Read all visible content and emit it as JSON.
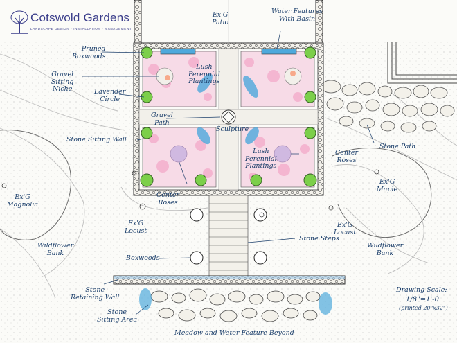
{
  "brand": {
    "name": "Cotswold Gardens",
    "tagline": "LANDSCAPE DESIGN · INSTALLATION · MANAGEMENT",
    "ink_color": "#3a3d8a"
  },
  "labels": {
    "patio": "Ex'G\nPatio",
    "water_features": "Water Features\nWith Basin",
    "pruned_boxwoods": "Pruned\nBoxwoods",
    "gravel_niche": "Gravel\nSitting\nNiche",
    "lush_top": "Lush\nPerennial\nPlantings",
    "lavender": "Lavender\nCircle",
    "gravel_path": "Gravel\nPath",
    "sculpture": "Sculpture",
    "stone_sitting_wall": "Stone Sitting Wall",
    "lush_bottom": "Lush\nPerennial\nPlantings",
    "center_roses_right": "Center\nRoses",
    "stone_path": "Stone Path",
    "maple": "Ex'G\nMaple",
    "magnolia": "Ex'G\nMagnolia",
    "center_roses_left": "Center\nRoses",
    "locust_left": "Ex'G\nLocust",
    "locust_right": "Ex'G\nLocust",
    "stone_steps": "Stone Steps",
    "wildflower_left": "Wildflower\nBank",
    "wildflower_right": "Wildflower\nBank",
    "boxwoods": "Boxwoods",
    "retaining_wall": "Stone\nRetaining Wall",
    "sitting_area": "Stone\nSitting Area",
    "meadow": "Meadow and Water Feature Beyond",
    "drawing_scale": "Drawing Scale:",
    "scale_value": "1/8\"=1'-0",
    "printed_size": "(printed 20\"x32\")"
  },
  "colors": {
    "ink": "#1c3f6b",
    "boxwood": "#7ccf4a",
    "pink": "#f3a9c9",
    "blue_water": "#4ea9dc",
    "lavender": "#b7a4de"
  }
}
